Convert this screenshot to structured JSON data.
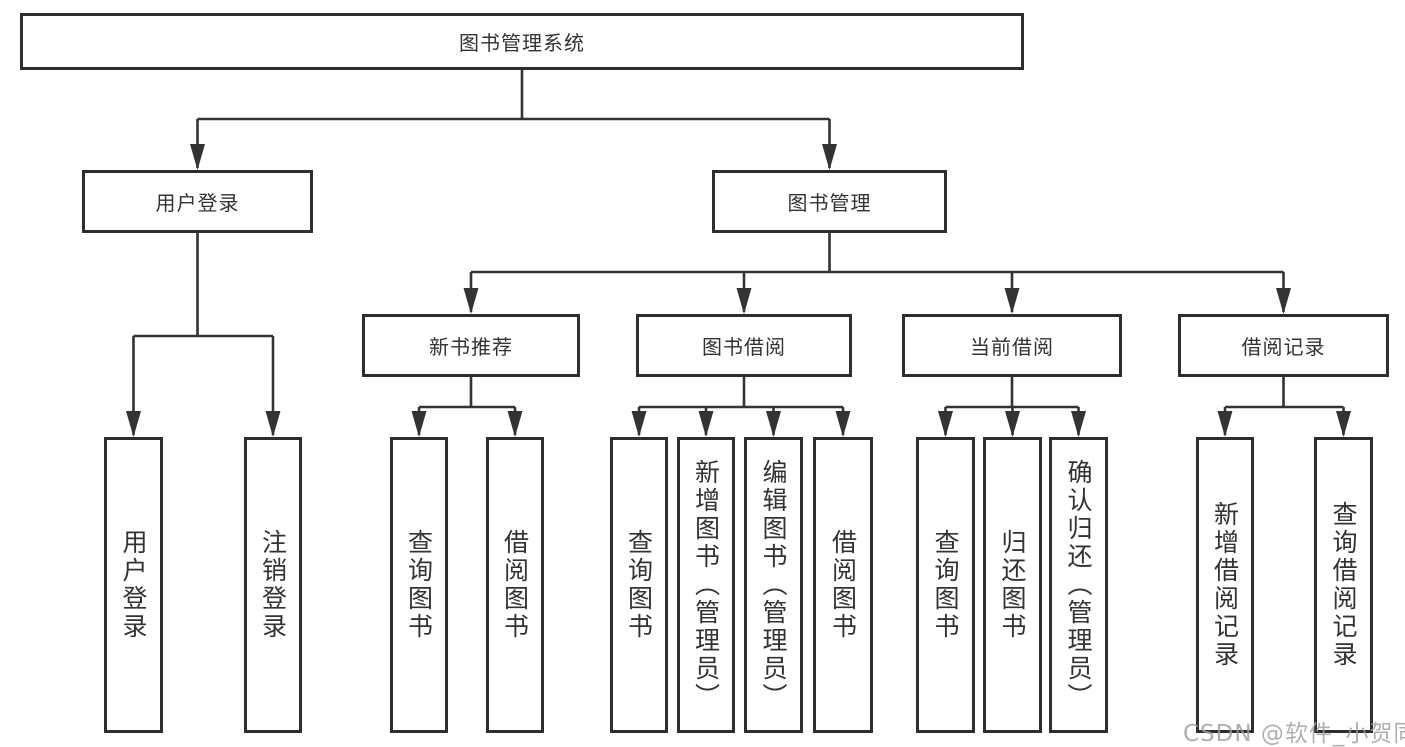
{
  "diagram": {
    "title": "图书管理系统",
    "level2": {
      "user_login": "用户登录",
      "book_management": "图书管理"
    },
    "level3": {
      "new_book_recommend": "新书推荐",
      "book_borrow": "图书借阅",
      "current_borrow": "当前借阅",
      "borrow_records": "借阅记录"
    },
    "leaves": {
      "user_login": "用户登录",
      "logout": "注销登录",
      "nbr_query_books": "查询图书",
      "nbr_borrow_books": "借阅图书",
      "bb_query_books": "查询图书",
      "bb_add_books_admin": "新增图书（管理员）",
      "bb_edit_books_admin": "编辑图书（管理员）",
      "bb_borrow_books": "借阅图书",
      "cb_query_books": "查询图书",
      "cb_return_books": "归还图书",
      "cb_confirm_return_admin": "确认归还（管理员）",
      "br_add_record": "新增借阅记录",
      "br_query_record": "查询借阅记录"
    }
  },
  "watermark": "CSDN @软件_小贺同学",
  "colors": {
    "background": "#ffffff",
    "box_border": "#2e2e2e",
    "line": "#333333",
    "text": "#333333",
    "watermark": "#9e9e9e"
  }
}
